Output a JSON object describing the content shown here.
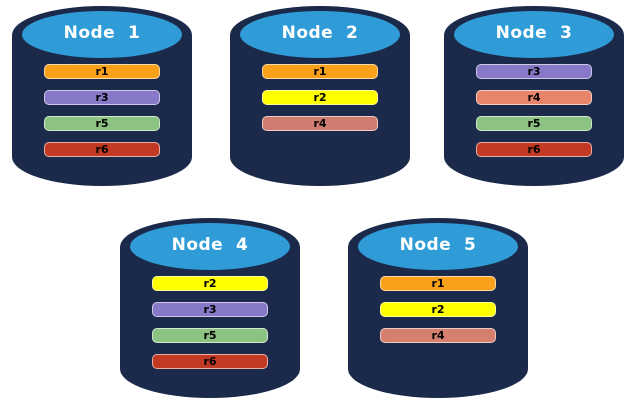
{
  "colors": {
    "background": "#ffffff",
    "cylinder_body": "#1b2a4a",
    "cylinder_top": "#2f9cd8",
    "node_title_text": "#ffffff",
    "replica_label_text": "#000000"
  },
  "nodes": [
    {
      "title": "Node  1",
      "replicas": [
        {
          "label": "r1",
          "color": "#f9a11b"
        },
        {
          "label": "r3",
          "color": "#8878c8"
        },
        {
          "label": "r5",
          "color": "#8cc383"
        },
        {
          "label": "r6",
          "color": "#c23a23"
        }
      ]
    },
    {
      "title": "Node  2",
      "replicas": [
        {
          "label": "r1",
          "color": "#f9a11b"
        },
        {
          "label": "r2",
          "color": "#ffff00"
        },
        {
          "label": "r4",
          "color": "#cf7d70"
        }
      ]
    },
    {
      "title": "Node  3",
      "replicas": [
        {
          "label": "r3",
          "color": "#8878c8"
        },
        {
          "label": "r4",
          "color": "#e8836c"
        },
        {
          "label": "r5",
          "color": "#8cc383"
        },
        {
          "label": "r6",
          "color": "#c23a23"
        }
      ]
    },
    {
      "title": "Node  4",
      "replicas": [
        {
          "label": "r2",
          "color": "#ffff00"
        },
        {
          "label": "r3",
          "color": "#8878c8"
        },
        {
          "label": "r5",
          "color": "#8cc383"
        },
        {
          "label": "r6",
          "color": "#c23a23"
        }
      ]
    },
    {
      "title": "Node  5",
      "replicas": [
        {
          "label": "r1",
          "color": "#f9a11b"
        },
        {
          "label": "r2",
          "color": "#ffff00"
        },
        {
          "label": "r4",
          "color": "#d5806e"
        }
      ]
    }
  ]
}
